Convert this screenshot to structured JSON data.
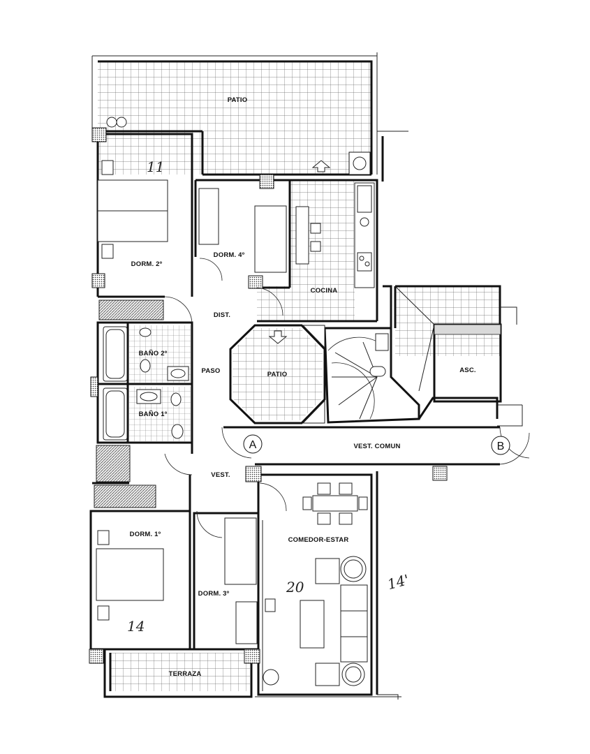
{
  "rooms": {
    "patio_top": "PATIO",
    "dorm2": "DORM. 2º",
    "dorm4": "DORM. 4º",
    "cocina": "COCINA",
    "dist": "DIST.",
    "bano2": "BAÑO 2º",
    "bano1": "BAÑO 1º",
    "paso": "PASO",
    "patio_center": "PATIO",
    "asc": "ASC.",
    "vest_comun": "VEST. COMUN",
    "vest": "VEST.",
    "dorm1": "DORM. 1º",
    "dorm3": "DORM. 3º",
    "comedor": "COMEDOR-ESTAR",
    "terraza": "TERRAZA"
  },
  "handwritten": {
    "dorm2_area": "11",
    "dorm1_area": "14",
    "comedor_area": "20",
    "right_note": "14'"
  },
  "markers": {
    "a": "A",
    "b": "B"
  }
}
